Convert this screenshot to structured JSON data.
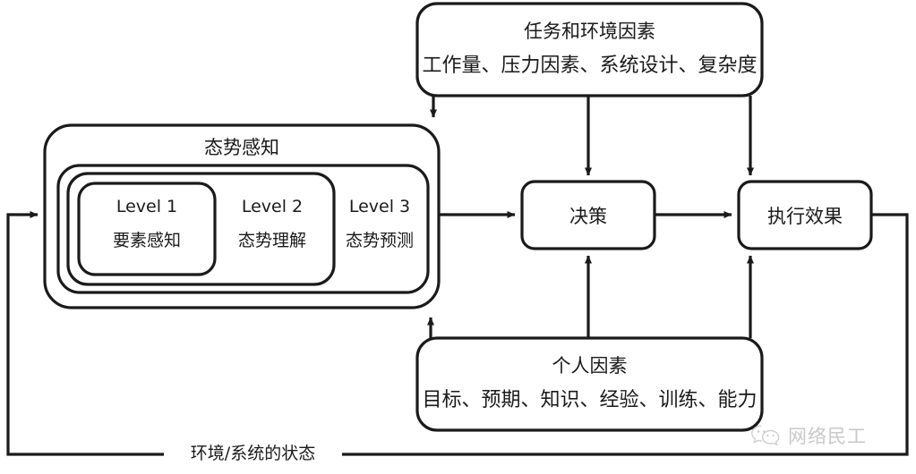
{
  "diagram": {
    "title_internal": "Situation Awareness Model",
    "colors": {
      "stroke": "#1a1a1a",
      "text": "#1a1a1a",
      "background": "#ffffff",
      "watermark": "#c9c9c9"
    },
    "nodes": {
      "task_env": {
        "title": "任务和环境因素",
        "detail": "工作量、压力因素、系统设计、复杂度"
      },
      "situation_awareness": {
        "title": "态势感知",
        "levels": [
          {
            "name": "Level 1",
            "label": "要素感知"
          },
          {
            "name": "Level 2",
            "label": "态势理解"
          },
          {
            "name": "Level 3",
            "label": "态势预测"
          }
        ]
      },
      "decision": {
        "title": "决策"
      },
      "performance": {
        "title": "执行效果"
      },
      "individual": {
        "title": "个人因素",
        "detail": "目标、预期、知识、经验、训练、能力"
      }
    },
    "edges": {
      "feedback_label": "环境/系统的状态"
    },
    "watermark": {
      "icon": "wechat-icon",
      "text": "网络民工"
    }
  }
}
